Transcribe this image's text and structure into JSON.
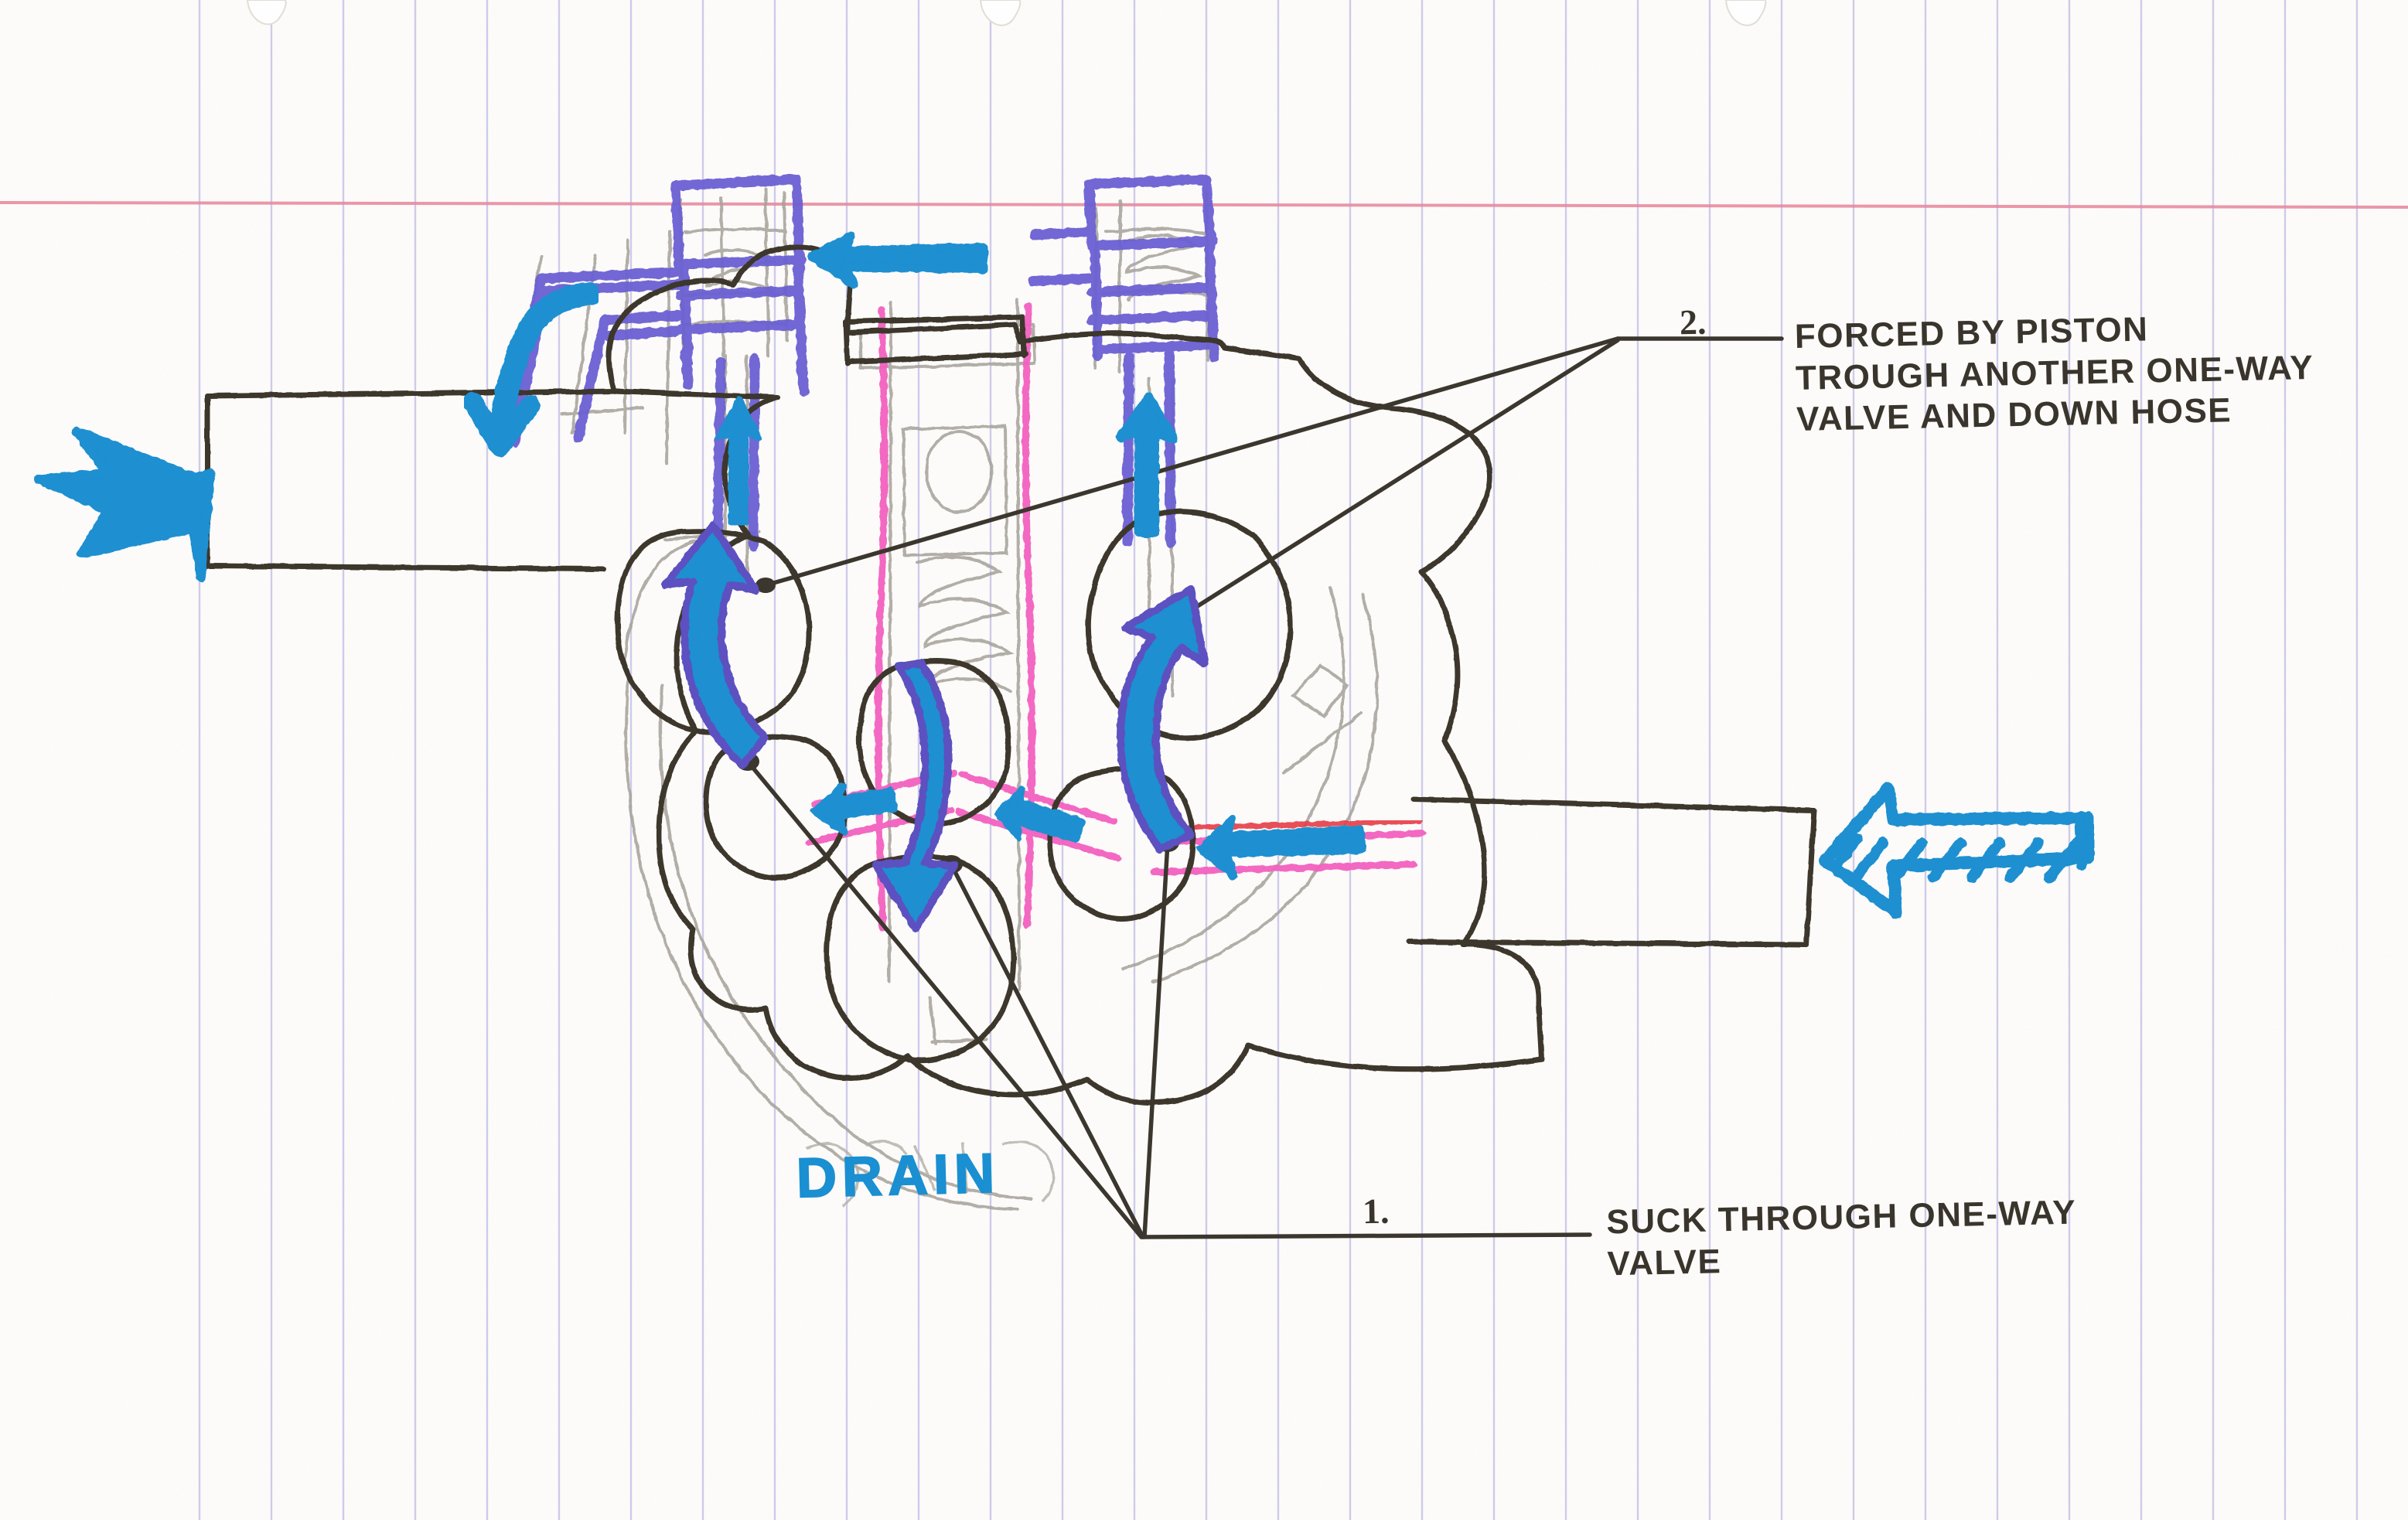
{
  "page": {
    "title": "Hand-drawn pump cross-section sketch on lined notebook paper",
    "background_color": "#fdfcfa",
    "rule_line_color": "#c8c3e8",
    "margin_line_color": "#e8859c",
    "ink_color": "#3a352c",
    "pencil_color": "#9e9a92",
    "marker_blue": "#1a8fd1",
    "marker_purple": "#6b5fd4",
    "marker_pink": "#f461c0",
    "marker_red": "#e8414a",
    "hole_punches": 3
  },
  "labels": {
    "drain": "DRAIN",
    "step1_number": "1.",
    "step1_text": "SUCK THROUGH ONE-WAY\nVALVE",
    "step2_number": "2.",
    "step2_text": "FORCED BY PISTON\nTROUGH ANOTHER ONE-WAY\nVALVE AND DOWN HOSE"
  },
  "parts": {
    "pump_body": "pump-body-outline",
    "piston": "piston",
    "piston_spring": "piston-return-spring",
    "left_one_way_valve": "left-one-way-valve",
    "right_one_way_valve": "right-one-way-valve",
    "left_hose_port": "left-hose-port",
    "right_hose_port": "right-hose-port",
    "drain_channels": "drain-channels"
  },
  "flow_arrows": [
    {
      "name": "inlet-arrow-left-outer",
      "direction": "left",
      "style": "solid",
      "color": "#1a8fd1"
    },
    {
      "name": "outlet-arrow-right-hatched",
      "direction": "left",
      "style": "hatched",
      "color": "#1a8fd1"
    },
    {
      "name": "top-arrow-left",
      "direction": "left",
      "style": "solid",
      "color": "#1a8fd1"
    },
    {
      "name": "left-valve-down-arrow",
      "direction": "down-left",
      "style": "curved",
      "color": "#1a8fd1"
    },
    {
      "name": "right-valve-up-arrow",
      "direction": "up",
      "style": "straight",
      "color": "#1a8fd1"
    },
    {
      "name": "left-chamber-up-arrow",
      "direction": "up-left",
      "style": "curved-outlined",
      "color": "#1a8fd1"
    },
    {
      "name": "right-chamber-up-arrow",
      "direction": "up-right",
      "style": "curved-outlined",
      "color": "#1a8fd1"
    },
    {
      "name": "center-down-arrow",
      "direction": "down",
      "style": "curved-outlined",
      "color": "#1a8fd1"
    },
    {
      "name": "left-channel-arrow",
      "direction": "left",
      "style": "small",
      "color": "#1a8fd1"
    },
    {
      "name": "right-channel-arrow",
      "direction": "left",
      "style": "small",
      "color": "#1a8fd1"
    },
    {
      "name": "outlet-channel-arrow",
      "direction": "left",
      "style": "small",
      "color": "#1a8fd1"
    }
  ]
}
